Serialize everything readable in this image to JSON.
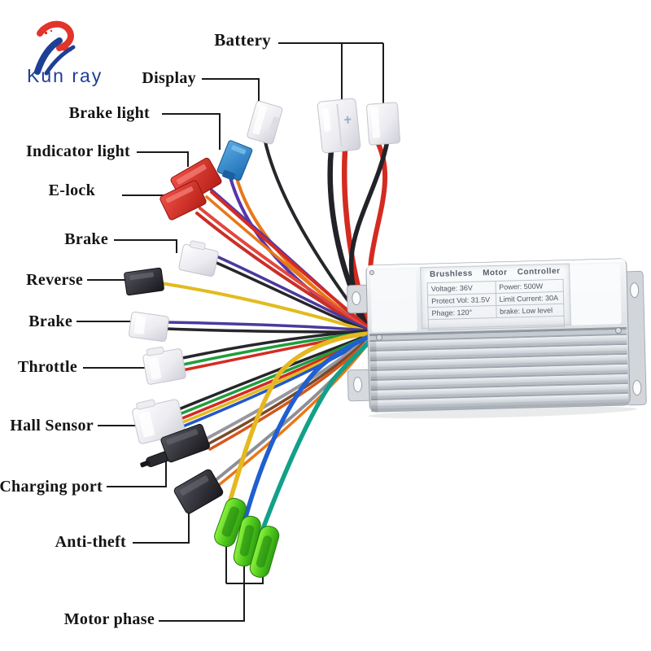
{
  "brand": {
    "name": "Kun ray"
  },
  "colors": {
    "logo_red": "#e2342b",
    "logo_blue": "#1e3f96",
    "label_text": "#141414",
    "callout_line": "#1b1b1b",
    "wire_red": "#d42b20",
    "wire_black": "#26262b",
    "wire_yellow": "#e2bb1e",
    "wire_blue": "#2356c8",
    "wire_green": "#1f9e3c",
    "wire_orange": "#e87818",
    "wire_purple": "#5536ae",
    "wire_grey": "#97979f",
    "wire_teal": "#12a08a",
    "wire_brown": "#7a4a28",
    "terminal_green": "#4ec421",
    "controller_silver": "#c6cbd2"
  },
  "callouts": [
    {
      "id": "battery",
      "label": "Battery"
    },
    {
      "id": "display",
      "label": "Display"
    },
    {
      "id": "brake-light",
      "label": "Brake light"
    },
    {
      "id": "indicator-light",
      "label": "Indicator light"
    },
    {
      "id": "e-lock",
      "label": "E-lock"
    },
    {
      "id": "brake-1",
      "label": "Brake"
    },
    {
      "id": "reverse",
      "label": "Reverse"
    },
    {
      "id": "brake-2",
      "label": "Brake"
    },
    {
      "id": "throttle",
      "label": "Throttle"
    },
    {
      "id": "hall-sensor",
      "label": "Hall Sensor"
    },
    {
      "id": "charging-port",
      "label": "Charging port"
    },
    {
      "id": "anti-theft",
      "label": "Anti-theft"
    },
    {
      "id": "motor-phase",
      "label": "Motor phase"
    }
  ],
  "controller_plate": {
    "title": "Brushless Motor Controller",
    "specs": [
      {
        "left": "Voltage: 36V",
        "right": "Power: 500W"
      },
      {
        "left": "Protect Vol: 31.5V",
        "right": "Limit Current: 30A"
      },
      {
        "left": "Phage: 120°",
        "right": "brake: Low level"
      }
    ]
  }
}
